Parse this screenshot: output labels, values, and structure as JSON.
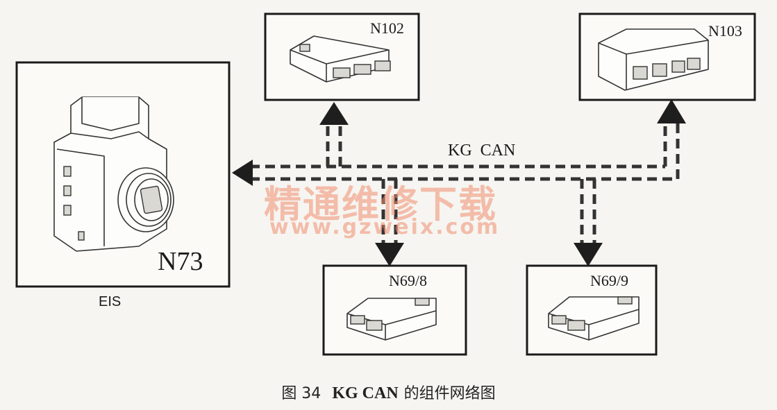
{
  "modules": {
    "n73": {
      "label": "N73",
      "sublabel": "EIS"
    },
    "n102": {
      "label": "N102"
    },
    "n103": {
      "label": "N103"
    },
    "n69_8": {
      "label": "N69/8"
    },
    "n69_9": {
      "label": "N69/9"
    }
  },
  "bus": {
    "label": "KG  CAN"
  },
  "watermark": {
    "text": "精通维修下载",
    "url": "www.gzweix.com"
  },
  "caption": {
    "prefix": "图 34",
    "bold": "KG CAN",
    "suffix": "的组件网络图"
  }
}
